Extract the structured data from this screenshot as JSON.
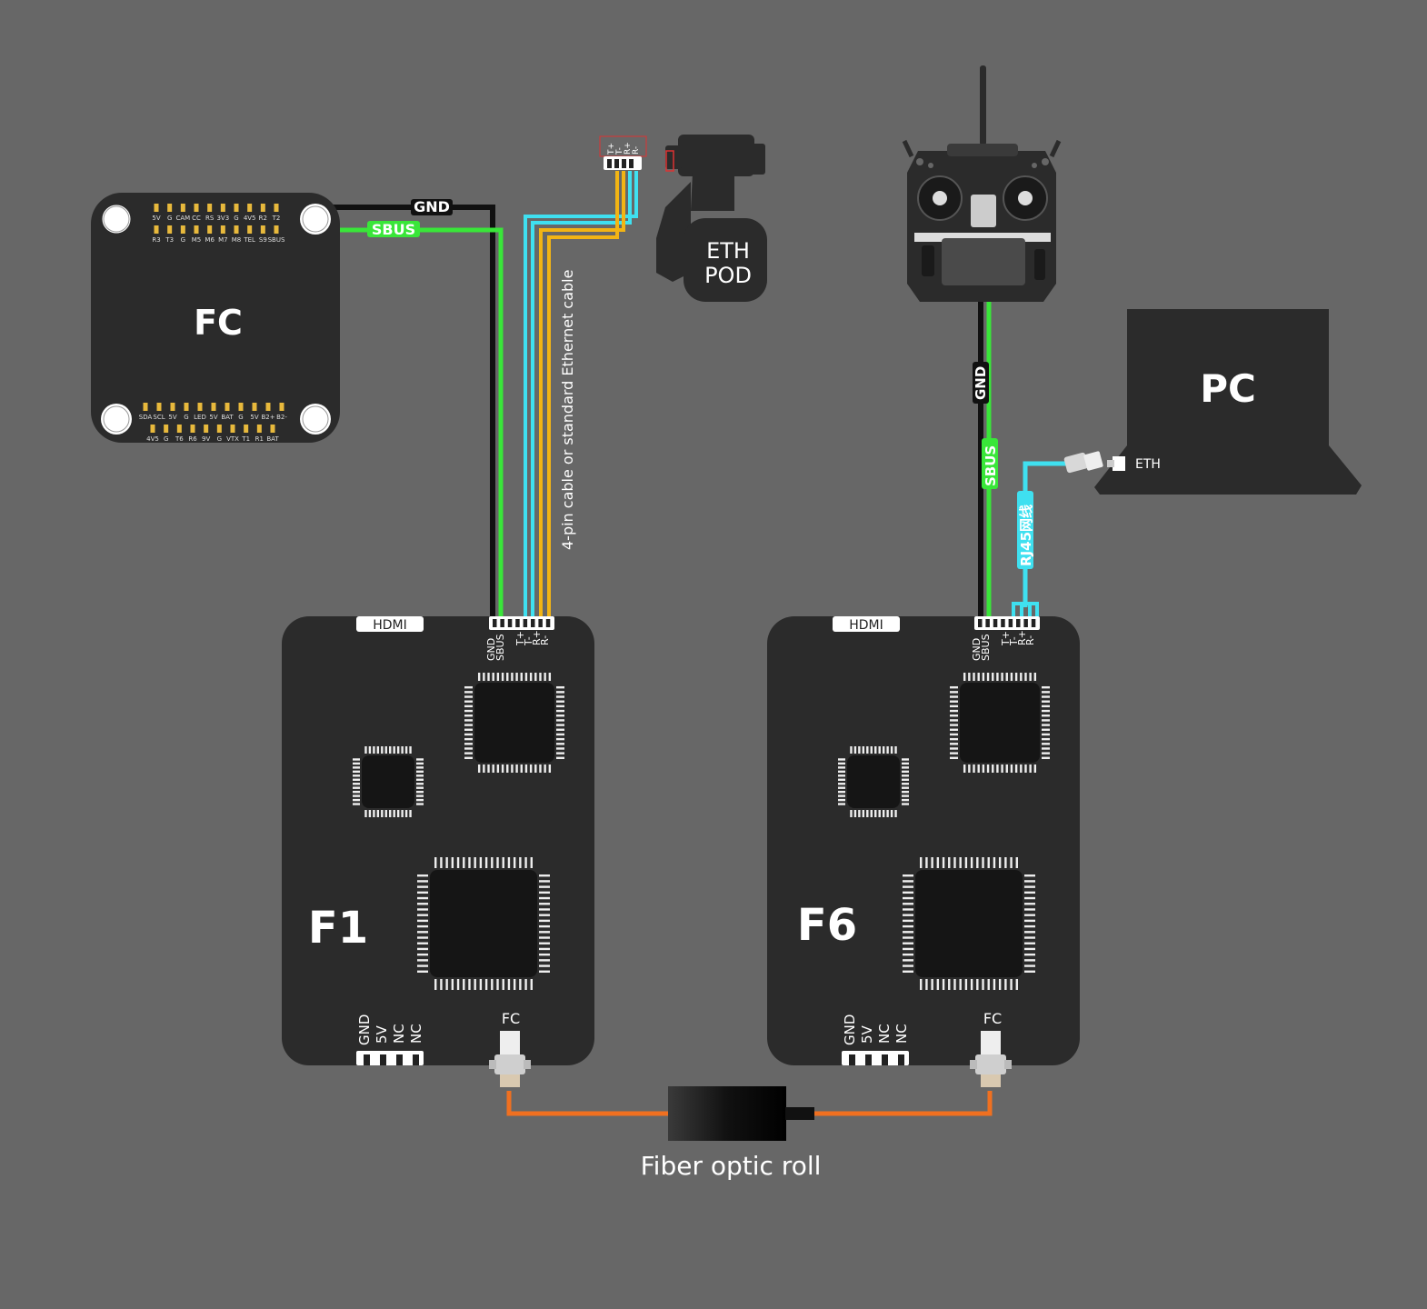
{
  "fc": {
    "title": "FC",
    "top_row1": [
      "5V",
      "G",
      "CAM",
      "CC",
      "RS",
      "3V3",
      "G",
      "4V5",
      "R2",
      "T2"
    ],
    "top_row2": [
      "R3",
      "T3",
      "G",
      "M5",
      "M6",
      "M7",
      "M8",
      "TEL",
      "S9",
      "SBUS"
    ],
    "bottom_row1": [
      "SDA",
      "SCL",
      "5V",
      "G",
      "LED",
      "5V",
      "BAT",
      "G",
      "5V",
      "B2+",
      "B2-"
    ],
    "bottom_row2": [
      "4V5",
      "G",
      "T6",
      "R6",
      "9V",
      "G",
      "VTX",
      "T1",
      "R1",
      "BAT"
    ]
  },
  "wires": {
    "gnd_label": "GND",
    "sbus_label": "SBUS",
    "ethernet_label": "4-pin cable or standard Ethernet cable",
    "rj45_label": "RJ45网线"
  },
  "pod": {
    "line1": "ETH",
    "line2": "POD",
    "pins": [
      "T+",
      "T-",
      "R+",
      "R-"
    ]
  },
  "pc": {
    "title": "PC",
    "eth_label": "ETH"
  },
  "f1": {
    "title": "F1",
    "hdmi": "HDMI",
    "top_pins": [
      "GND",
      "SBUS",
      "T+",
      "T-",
      "R+",
      "R-"
    ],
    "bottom_pins": [
      "GND",
      "5V",
      "NC",
      "NC"
    ],
    "fc_label": "FC"
  },
  "f6": {
    "title": "F6",
    "hdmi": "HDMI",
    "top_pins": [
      "GND",
      "SBUS",
      "T+",
      "T-",
      "R+",
      "R-"
    ],
    "bottom_pins": [
      "GND",
      "5V",
      "NC",
      "NC"
    ],
    "fc_label": "FC"
  },
  "fiber": {
    "label": "Fiber optic roll"
  },
  "colors": {
    "background": "#676767",
    "board": "#2b2b2b",
    "gnd_wire": "#111111",
    "sbus_wire": "#39e639",
    "eth_wire": "#3fe0f0",
    "yellow_wire": "#f2b414",
    "fiber_wire": "#f07020"
  }
}
